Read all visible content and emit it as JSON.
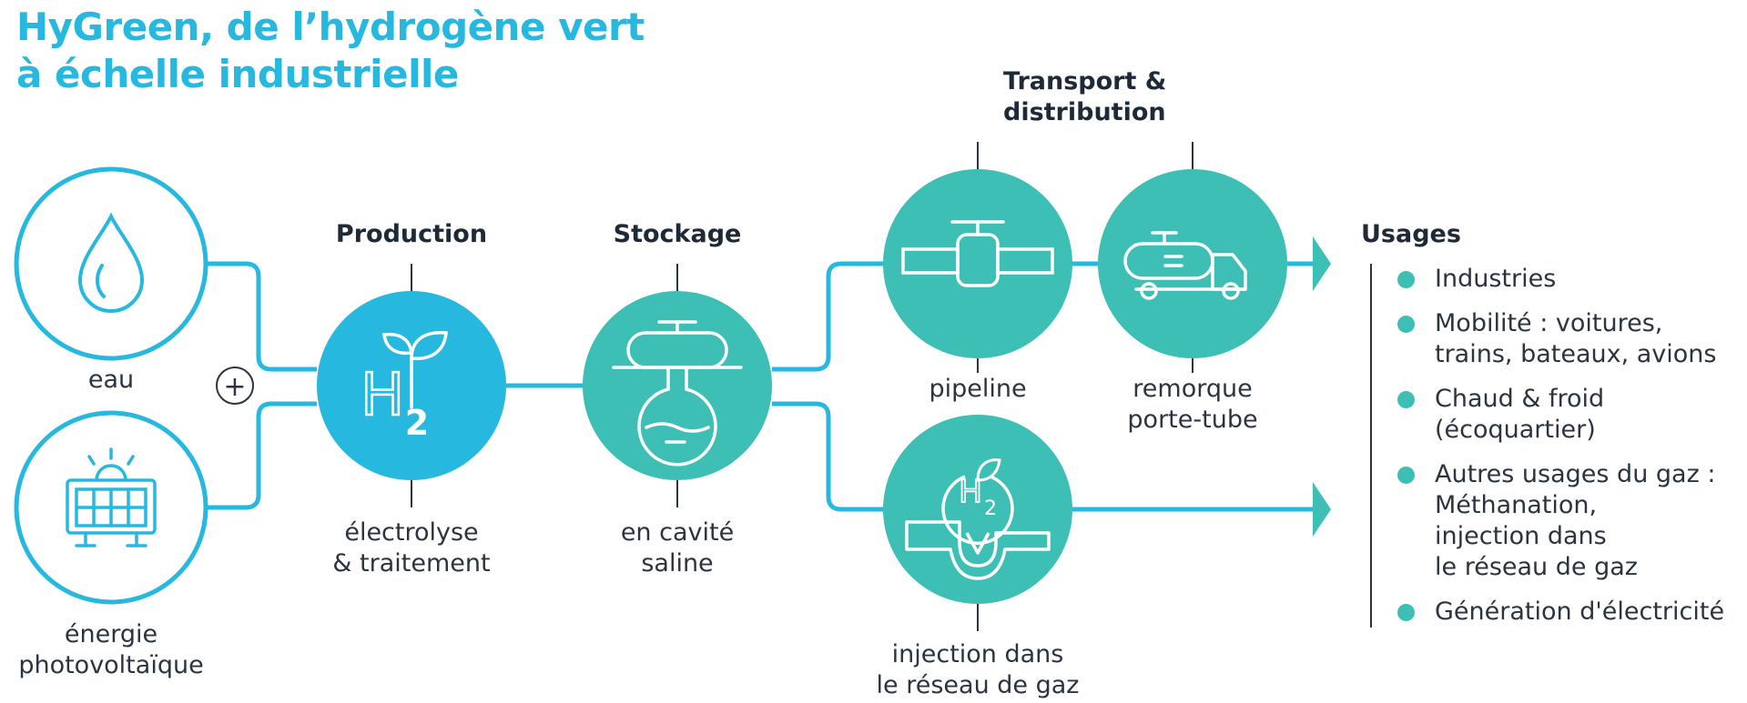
{
  "title": {
    "line1": "HyGreen, de l’hydrogène vert",
    "line2": "à échelle industrielle"
  },
  "colors": {
    "blue": "#27b8e0",
    "teal": "#3dbfb6",
    "dark": "#1e2a38"
  },
  "inputs": {
    "water": {
      "label": "eau",
      "icon": "water-drop-icon"
    },
    "solar": {
      "label_line1": "énergie",
      "label_line2": "photovoltaïque",
      "icon": "solar-panel-icon"
    },
    "plus": "+"
  },
  "production": {
    "header": "Production",
    "label_line1": "électrolyse",
    "label_line2": "& traitement",
    "icon": "h2-sprout-icon",
    "h2_letter": "H",
    "h2_subscript": "2"
  },
  "storage": {
    "header": "Stockage",
    "label_line1": "en cavité",
    "label_line2": "saline",
    "icon": "salt-cavity-tank-icon"
  },
  "transport": {
    "header_line1": "Transport &",
    "header_line2": "distribution",
    "pipeline": {
      "label": "pipeline",
      "icon": "pipeline-valve-icon"
    },
    "trailer": {
      "label_line1": "remorque",
      "label_line2": "porte-tube",
      "icon": "tube-trailer-truck-icon"
    },
    "injection": {
      "label_line1": "injection dans",
      "label_line2": "le réseau de gaz",
      "icon": "gas-network-injection-icon",
      "h2_letter": "H",
      "h2_subscript": "2"
    }
  },
  "usages": {
    "header": "Usages",
    "items": [
      {
        "line1": "Industries",
        "line2": "",
        "line3": ""
      },
      {
        "line1": "Mobilité : voitures,",
        "line2": "trains, bateaux, avions",
        "line3": ""
      },
      {
        "line1": "Chaud & froid",
        "line2": "(écoquartier)",
        "line3": ""
      },
      {
        "line1": "Autres usages du gaz :",
        "line2": "Méthanation,",
        "line3": "injection dans"
      },
      {
        "line1": "le réseau de gaz",
        "line2": "",
        "line3": ""
      },
      {
        "line1": "Génération d'électricité",
        "line2": "",
        "line3": ""
      }
    ]
  }
}
